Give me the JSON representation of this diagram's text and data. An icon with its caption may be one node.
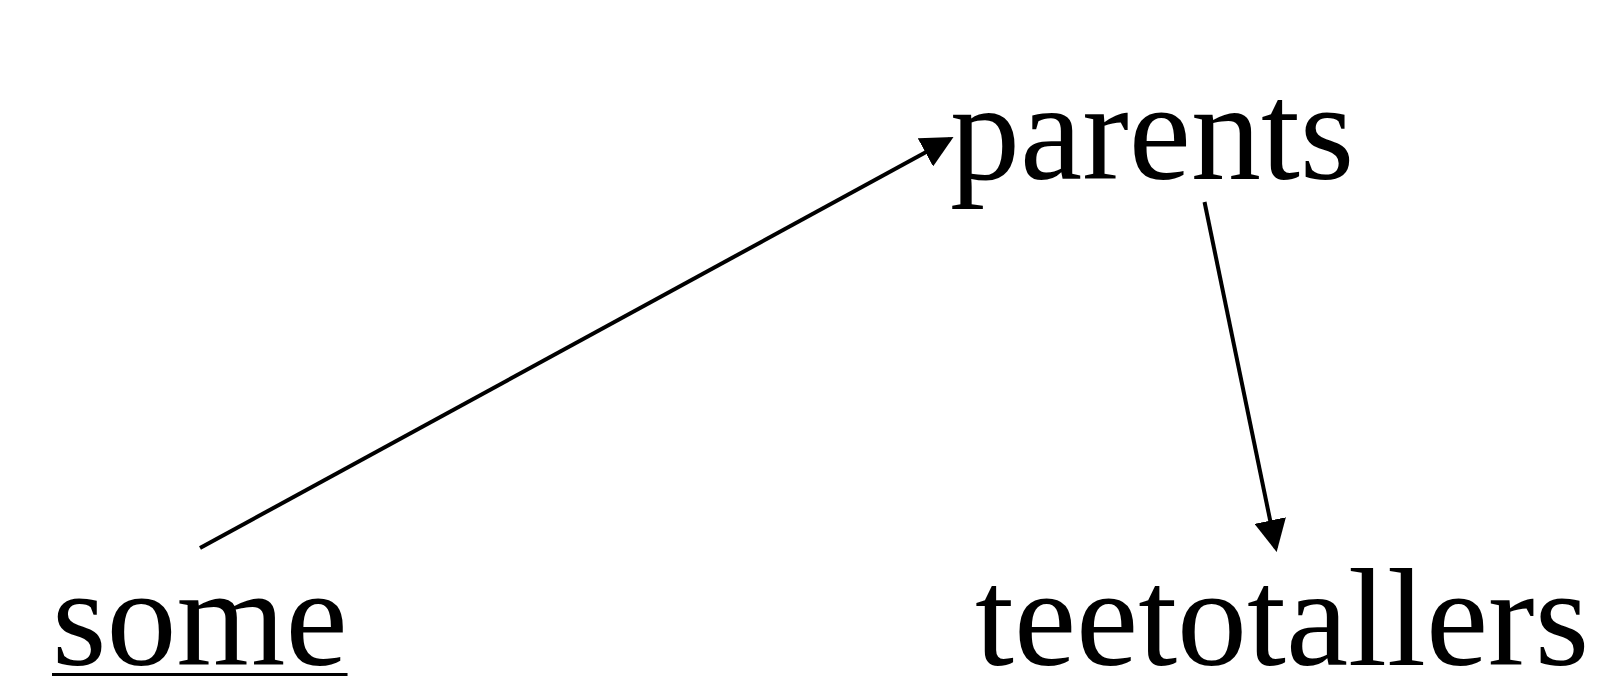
{
  "diagram": {
    "nodes": [
      {
        "text": [
          "some"
        ]
      },
      {
        "text": [
          "parents"
        ]
      },
      {
        "text": [
          "teetotallers"
        ]
      }
    ],
    "edges": [
      {
        "from": 0,
        "to": 1,
        "arrow": "to"
      },
      {
        "from": 1,
        "to": 2,
        "arrow": "to"
      }
    ]
  }
}
